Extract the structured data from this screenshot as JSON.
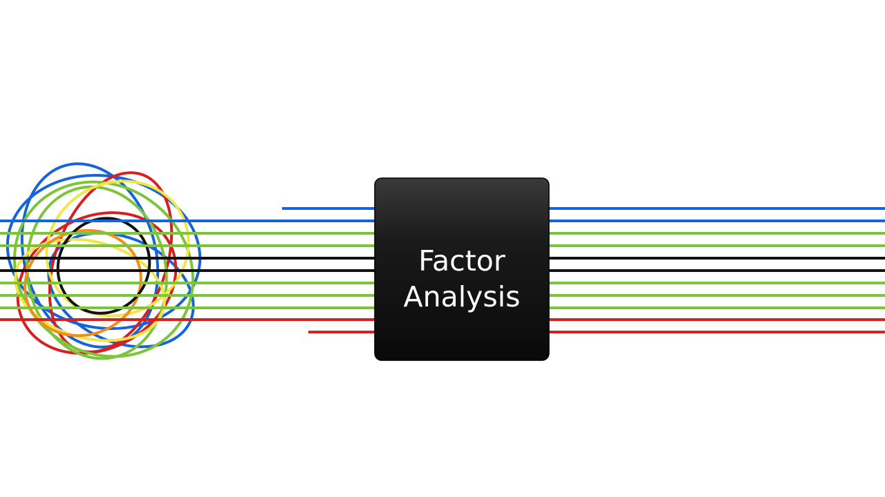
{
  "box": {
    "line1": "Factor",
    "line2": "Analysis"
  },
  "colors": {
    "blue": "#1565d8",
    "green": "#7cc43a",
    "black": "#111111",
    "red": "#d81e1e",
    "yellow": "#f2e54a",
    "orange": "#f28c1c",
    "box_top": "#3a3a3a",
    "box_bottom": "#0a0a0a"
  },
  "lines": [
    {
      "color": "blue"
    },
    {
      "color": "blue"
    },
    {
      "color": "green"
    },
    {
      "color": "green"
    },
    {
      "color": "black"
    },
    {
      "color": "black"
    },
    {
      "color": "green"
    },
    {
      "color": "green"
    },
    {
      "color": "green"
    },
    {
      "color": "red"
    },
    {
      "color": "red"
    }
  ],
  "tangle_loops": [
    {
      "color": "blue"
    },
    {
      "color": "blue"
    },
    {
      "color": "blue"
    },
    {
      "color": "red"
    },
    {
      "color": "red"
    },
    {
      "color": "green"
    },
    {
      "color": "green"
    },
    {
      "color": "yellow"
    },
    {
      "color": "yellow"
    },
    {
      "color": "orange"
    },
    {
      "color": "black"
    }
  ]
}
